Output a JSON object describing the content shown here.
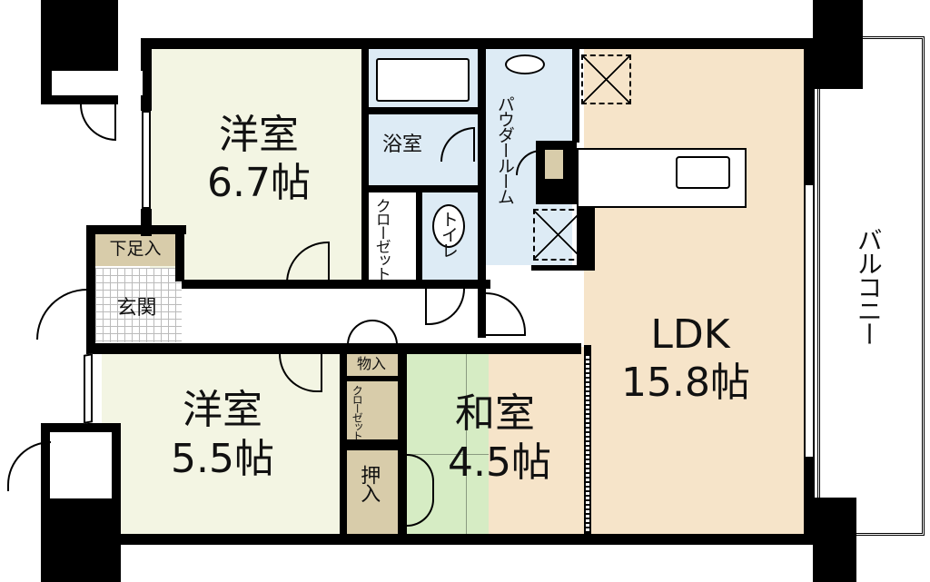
{
  "floorplan": {
    "rooms": [
      {
        "id": "western-room-1",
        "name": "洋室",
        "size": "6.7帖",
        "color": "#f3f5e3"
      },
      {
        "id": "western-room-2",
        "name": "洋室",
        "size": "5.5帖",
        "color": "#f3f5e3"
      },
      {
        "id": "japanese-room",
        "name": "和室",
        "size": "4.5帖",
        "color": "#d6ecc4"
      },
      {
        "id": "ldk",
        "name": "LDK",
        "size": "15.8帖",
        "color": "#f6e4c9"
      },
      {
        "id": "bathroom",
        "name": "浴室",
        "color": "#ddebf5"
      },
      {
        "id": "powder-room",
        "name": "パウダールーム",
        "color": "#ddebf5"
      },
      {
        "id": "toilet",
        "name": "トイレ",
        "color": "#ddebf5"
      },
      {
        "id": "entrance",
        "name": "玄関"
      },
      {
        "id": "shoe-storage",
        "name": "下足入",
        "color": "#d8ccaa"
      },
      {
        "id": "closet-1",
        "name": "クローゼット"
      },
      {
        "id": "closet-2",
        "name": "クローゼット",
        "color": "#d8ccaa"
      },
      {
        "id": "storage",
        "name": "物入",
        "color": "#d8ccaa"
      },
      {
        "id": "oshiire",
        "name": "押入",
        "color": "#d8ccaa"
      },
      {
        "id": "balcony",
        "name": "バルコニー"
      }
    ]
  }
}
